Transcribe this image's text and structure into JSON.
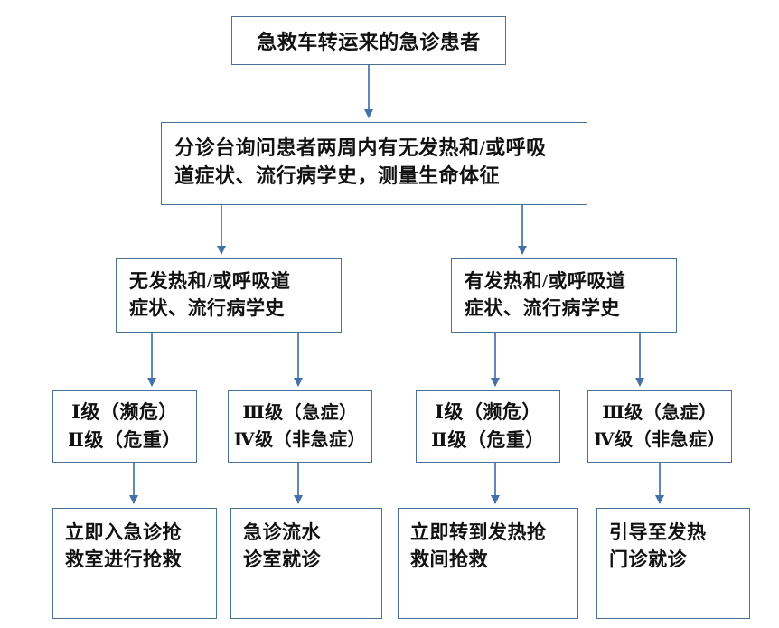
{
  "diagram": {
    "title_text": "",
    "theme": {
      "border_color": "#4a7298",
      "arrow_color": "#4472a8",
      "box_fill": "#ffffff",
      "text_color": "#111111"
    },
    "nodes": {
      "start": {
        "text": "急救车转运来的急诊患者"
      },
      "triage_desk": {
        "line1": "分诊台询问患者两周内有无发热和/或呼吸",
        "line2": "道症状、流行病学史，测量生命体征"
      },
      "branch_no_fever": {
        "line1": "无发热和/或呼吸道",
        "line2": "症状、流行病学史"
      },
      "branch_fever": {
        "line1": "有发热和/或呼吸道",
        "line2": "症状、流行病学史"
      },
      "level_nf_critical": {
        "line1": "Ⅰ级（濒危）",
        "line2": "Ⅱ级（危重）"
      },
      "level_nf_urgent": {
        "line1": "Ⅲ级（急症）",
        "line2": "Ⅳ级（非急症）"
      },
      "level_f_critical": {
        "line1": "Ⅰ级（濒危）",
        "line2": "Ⅱ级（危重）"
      },
      "level_f_urgent": {
        "line1": "Ⅲ级（急症）",
        "line2": "Ⅳ级（非急症）"
      },
      "outcome_resus_room": {
        "line1": "立即入急诊抢",
        "line2": "救室进行抢救"
      },
      "outcome_clinic": {
        "line1": "急诊流水",
        "line2": "诊室就诊"
      },
      "outcome_fever_resus": {
        "line1": "立即转到发热抢",
        "line2": "救间抢救"
      },
      "outcome_fever_clinic": {
        "line1": "引导至发热",
        "line2": "门诊就诊"
      }
    },
    "edges": [
      {
        "name": "start-to-triage-desk"
      },
      {
        "name": "triage-desk-to-branch-no-fever"
      },
      {
        "name": "triage-desk-to-branch-fever"
      },
      {
        "name": "branch-no-fever-to-level-critical"
      },
      {
        "name": "branch-no-fever-to-level-urgent"
      },
      {
        "name": "branch-fever-to-level-critical"
      },
      {
        "name": "branch-fever-to-level-urgent"
      },
      {
        "name": "level-nf-critical-to-outcome-resus-room"
      },
      {
        "name": "level-nf-urgent-to-outcome-clinic"
      },
      {
        "name": "level-f-critical-to-outcome-fever-resus"
      },
      {
        "name": "level-f-urgent-to-outcome-fever-clinic"
      }
    ]
  }
}
